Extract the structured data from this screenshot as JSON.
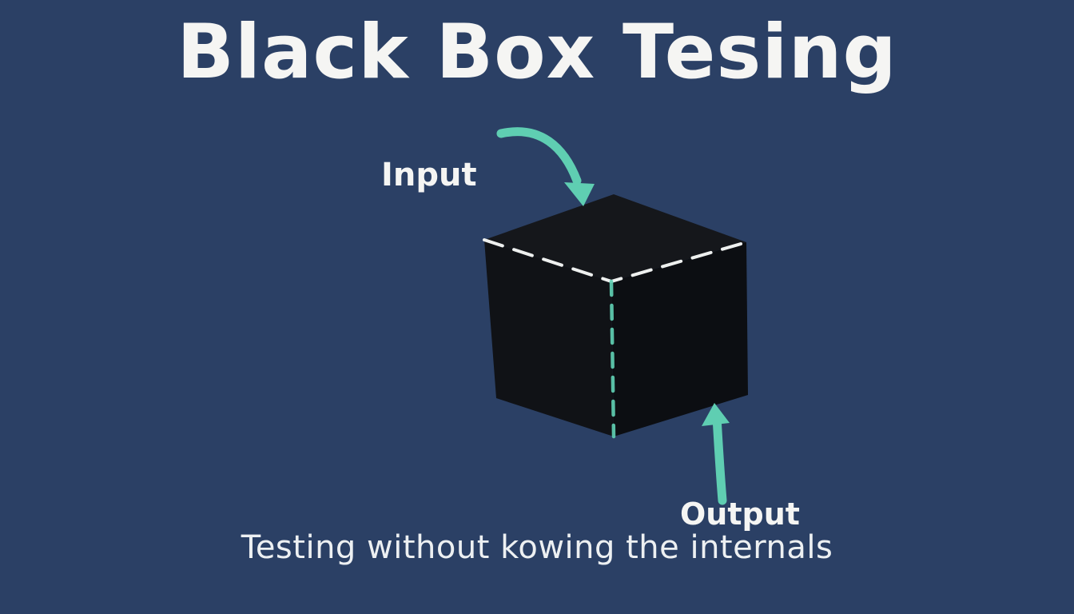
{
  "title": "Black Box Tesing",
  "labels": {
    "input": "Input",
    "output": "Output"
  },
  "caption": "Testing without kowing the internals",
  "icons": {
    "input_arrow": "curved-arrow-down-right",
    "output_arrow": "arrow-up"
  },
  "colors": {
    "background": "#2b4065",
    "accent": "#5fceb2",
    "text": "#f5f5f3",
    "caption": "#edf0f2",
    "edge": "#eef0ef"
  }
}
